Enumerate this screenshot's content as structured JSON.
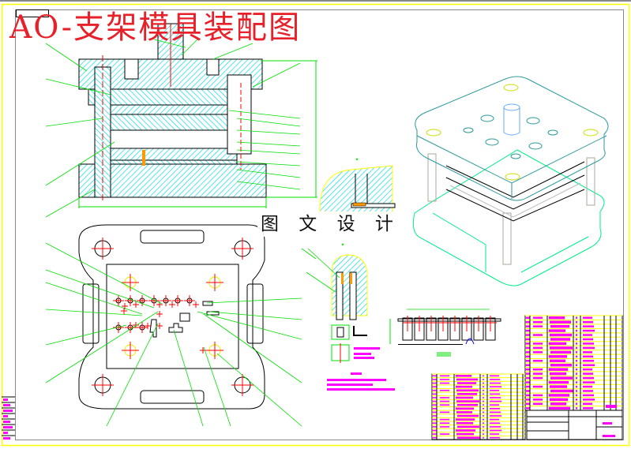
{
  "drawing": {
    "title": "AO-支架模具装配图",
    "watermark": "图 文 设 计"
  },
  "colors": {
    "title": "#e8202a",
    "leader_lines": "#00e000",
    "hatch": "#00d8e0",
    "centerline": "#ff0000",
    "table_text": "#ff00ff",
    "table_lines": "#ffff00",
    "frame": "#ffff00",
    "isometric_upper": "#2a9a9a",
    "isometric_lower": "#00ee88"
  },
  "views": [
    "section-view",
    "plan-view",
    "detail-view-a",
    "detail-view-b",
    "strip-layout",
    "isometric-view",
    "bill-of-materials",
    "title-block"
  ]
}
